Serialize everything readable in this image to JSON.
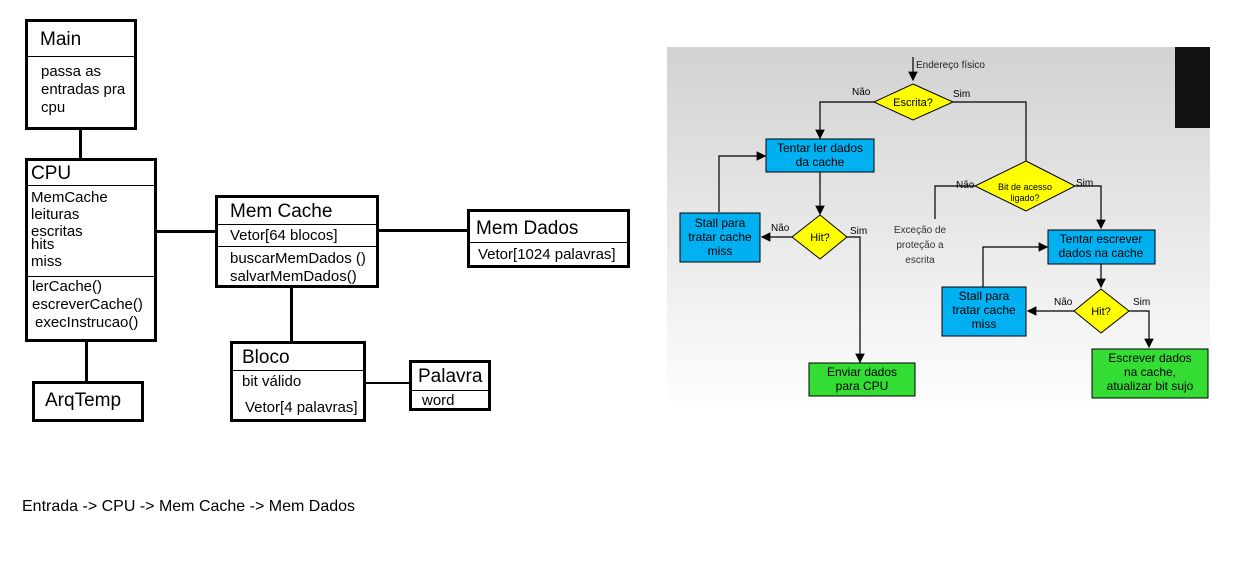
{
  "uml": {
    "main": {
      "title": "Main",
      "body": [
        "passa  as",
        "entradas pra",
        "cpu"
      ]
    },
    "cpu": {
      "title": "CPU",
      "attributes": [
        "MemCache",
        "leituras",
        "escritas",
        "hits",
        "miss"
      ],
      "methods": [
        "lerCache()",
        "escreverCache()",
        "execInstrucao()"
      ]
    },
    "arqtemp": {
      "title": "ArqTemp"
    },
    "memcache": {
      "title": "Mem Cache",
      "attributes": [
        "Vetor[64 blocos]"
      ],
      "methods": [
        "buscarMemDados ()",
        "salvarMemDados()"
      ]
    },
    "memdados": {
      "title": "Mem Dados",
      "attributes": [
        "Vetor[1024 palavras]"
      ]
    },
    "bloco": {
      "title": "Bloco",
      "attributes": [
        "bit válido",
        "Vetor[4 palavras]"
      ]
    },
    "palavra": {
      "title": "Palavra",
      "attributes": [
        "word"
      ]
    }
  },
  "caption": "Entrada -> CPU -> Mem Cache -> Mem Dados",
  "flowchart": {
    "start_label": "Endereço físico",
    "escrita": "Escrita?",
    "tentar_ler": [
      "Tentar ler dados",
      "da cache"
    ],
    "stall1": [
      "Stall para",
      "tratar cache",
      "miss"
    ],
    "hit1": "Hit?",
    "enviar": [
      "Enviar dados",
      "para CPU"
    ],
    "bit_acesso": [
      "Bit de acesso",
      "ligado?"
    ],
    "excecao": [
      "Exceção de",
      "proteção a",
      "escrita"
    ],
    "tentar_escrever": [
      "Tentar escrever",
      "dados na cache"
    ],
    "stall2": [
      "Stall para",
      "tratar cache",
      "miss"
    ],
    "hit2": "Hit?",
    "escrever": [
      "Escrever dados",
      "na cache,",
      "atualizar bit sujo"
    ],
    "nao": "Não",
    "sim": "Sim",
    "colors": {
      "decision": "#ffff00",
      "process": "#00b0f0",
      "terminal": "#33dd33",
      "background": "#f2f2f2"
    }
  }
}
